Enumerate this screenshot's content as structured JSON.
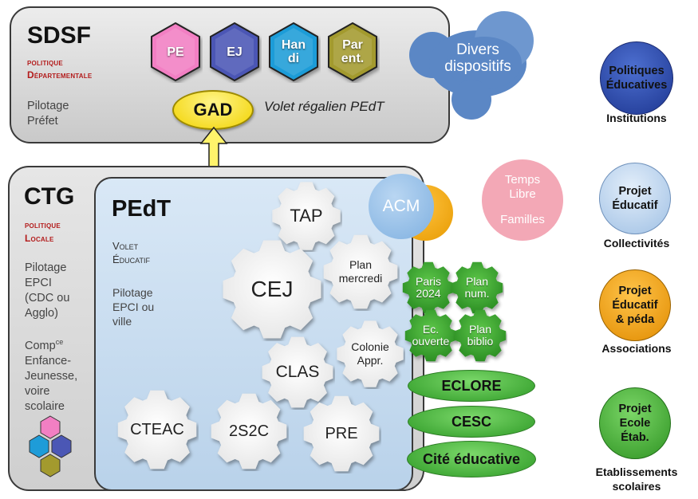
{
  "sdsf": {
    "title": "SDSF",
    "subtitle_line1": "politique",
    "subtitle_line2": "Départementale",
    "pilotage_line1": "Pilotage",
    "pilotage_line2": "Préfet",
    "hexes": [
      {
        "label": "PE",
        "color": "#f27fc3"
      },
      {
        "label": "EJ",
        "color": "#4b57b5"
      },
      {
        "label": "Han di",
        "color": "#1e9cd8"
      },
      {
        "label": "Par ent.",
        "color": "#a39a2e"
      }
    ],
    "gad": "GAD",
    "volet": "Volet régalien PEdT",
    "divers_line1": "Divers",
    "divers_line2": "dispositifs"
  },
  "ctg": {
    "title": "CTG",
    "subtitle_line1": "politique",
    "subtitle_line2": "Locale",
    "pilotage": [
      "Pilotage",
      "EPCI",
      "(CDC ou",
      "Agglo)"
    ],
    "comp_main": "Comp",
    "comp_sup": "ce",
    "comp_lines": [
      "Enfance-",
      "Jeunesse,",
      "voire",
      "scolaire"
    ]
  },
  "pedt": {
    "title": "PEdT",
    "volet_line1": "Volet",
    "volet_line2": "Éducatif",
    "pilotage": [
      "Pilotage",
      "EPCI ou",
      "ville"
    ],
    "gears": {
      "tap": "TAP",
      "plan_mercredi_1": "Plan",
      "plan_mercredi_2": "mercredi",
      "cej": "CEJ",
      "colonie_1": "Colonie",
      "colonie_2": "Appr.",
      "clas": "CLAS",
      "cteac": "CTEAC",
      "s2s2c": "2S2C",
      "pre": "PRE"
    }
  },
  "acm": "ACM",
  "temps_libre": {
    "line1": "Temps",
    "line2": "Libre",
    "line3": "Familles"
  },
  "green_gears": [
    {
      "line1": "Paris",
      "line2": "2024"
    },
    {
      "line1": "Plan",
      "line2": "num."
    },
    {
      "line1": "Ec.",
      "line2": "ouverte"
    },
    {
      "line1": "Plan",
      "line2": "biblio"
    }
  ],
  "pills": [
    "ECLORE",
    "CESC",
    "Cité éducative"
  ],
  "right_column": [
    {
      "circle_line1": "Politiques",
      "circle_line2": "Éducatives",
      "circle_line3": "",
      "caption_line1": "Institutions",
      "caption_line2": "",
      "color": "#2f4fb0"
    },
    {
      "circle_line1": "Projet",
      "circle_line2": "Éducatif",
      "circle_line3": "",
      "caption_line1": "Collectivités",
      "caption_line2": "",
      "color": "#b9d3ec"
    },
    {
      "circle_line1": "Projet",
      "circle_line2": "Éducatif",
      "circle_line3": "& péda",
      "caption_line1": "Associations",
      "caption_line2": "",
      "color": "#f3a31b"
    },
    {
      "circle_line1": "Projet",
      "circle_line2": "Ecole",
      "circle_line3": "Étab.",
      "caption_line1": "Etablissements",
      "caption_line2": "scolaires",
      "color": "#4fb83c"
    }
  ]
}
